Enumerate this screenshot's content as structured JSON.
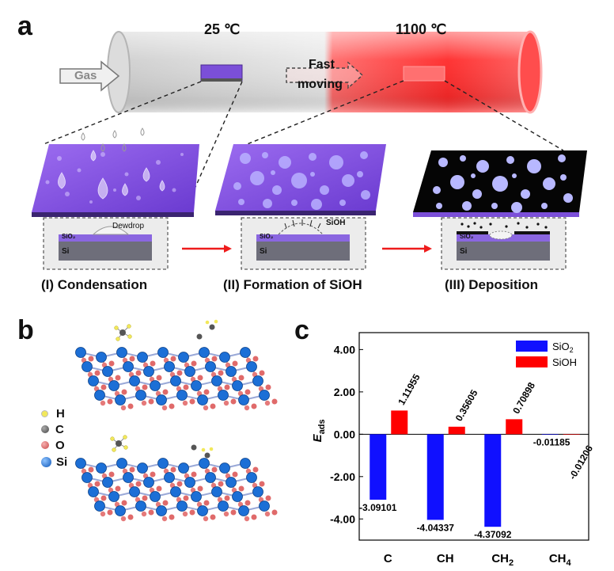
{
  "panel_a": {
    "letter": "a",
    "temp_left": "25 ℃",
    "temp_right": "1100 ℃",
    "gas_label": "Gas",
    "fast_label": "Fast",
    "moving_label": "moving",
    "stages": [
      {
        "label": "(I) Condensation",
        "annotation": "Dewdrop",
        "sio2": "SiO₂",
        "si": "Si"
      },
      {
        "label": "(II) Formation of SiOH",
        "annotation": "SiOH",
        "sio2": "SiO₂",
        "si": "Si"
      },
      {
        "label": "(III) Deposition",
        "annotation": "",
        "sio2": "SiO₂",
        "si": "Si"
      }
    ],
    "colors": {
      "tube_hot": "#ff2a2a",
      "tube_cold": "#d9d9d9",
      "film": "#7b4fd8",
      "arrow": "#ee1c1c"
    }
  },
  "panel_b": {
    "letter": "b",
    "legend": [
      {
        "symbol": "H",
        "color": "#f2e85a"
      },
      {
        "symbol": "C",
        "color": "#555555"
      },
      {
        "symbol": "O",
        "color": "#e06a6a"
      },
      {
        "symbol": "Si",
        "color": "#1c6fd6"
      }
    ]
  },
  "panel_c": {
    "letter": "c",
    "chart_data": {
      "type": "bar",
      "categories": [
        "C",
        "CH",
        "CH₂",
        "CH₄"
      ],
      "series": [
        {
          "name": "SiO₂",
          "color": "#1010ff",
          "values": [
            -3.09101,
            -4.04337,
            -4.37092,
            -0.01185
          ]
        },
        {
          "name": "SiOH",
          "color": "#ff0000",
          "values": [
            1.11955,
            0.35605,
            0.70898,
            -0.01206
          ]
        }
      ],
      "value_labels": {
        "SiO₂": [
          "-3.09101",
          "-4.04337",
          "-4.37092",
          "-0.01185"
        ],
        "SiOH": [
          "1.11955",
          "0.35605",
          "0.70898",
          "-0.01206"
        ]
      },
      "ylabel": "E",
      "ylabel_sub": "ads",
      "ylim": [
        -5,
        4.8
      ],
      "yticks": [
        "4.00",
        "2.00",
        "0.00",
        "-2.00",
        "-4.00"
      ],
      "ytick_values": [
        4,
        2,
        0,
        -2,
        -4
      ],
      "legend_position": "top-right"
    }
  }
}
